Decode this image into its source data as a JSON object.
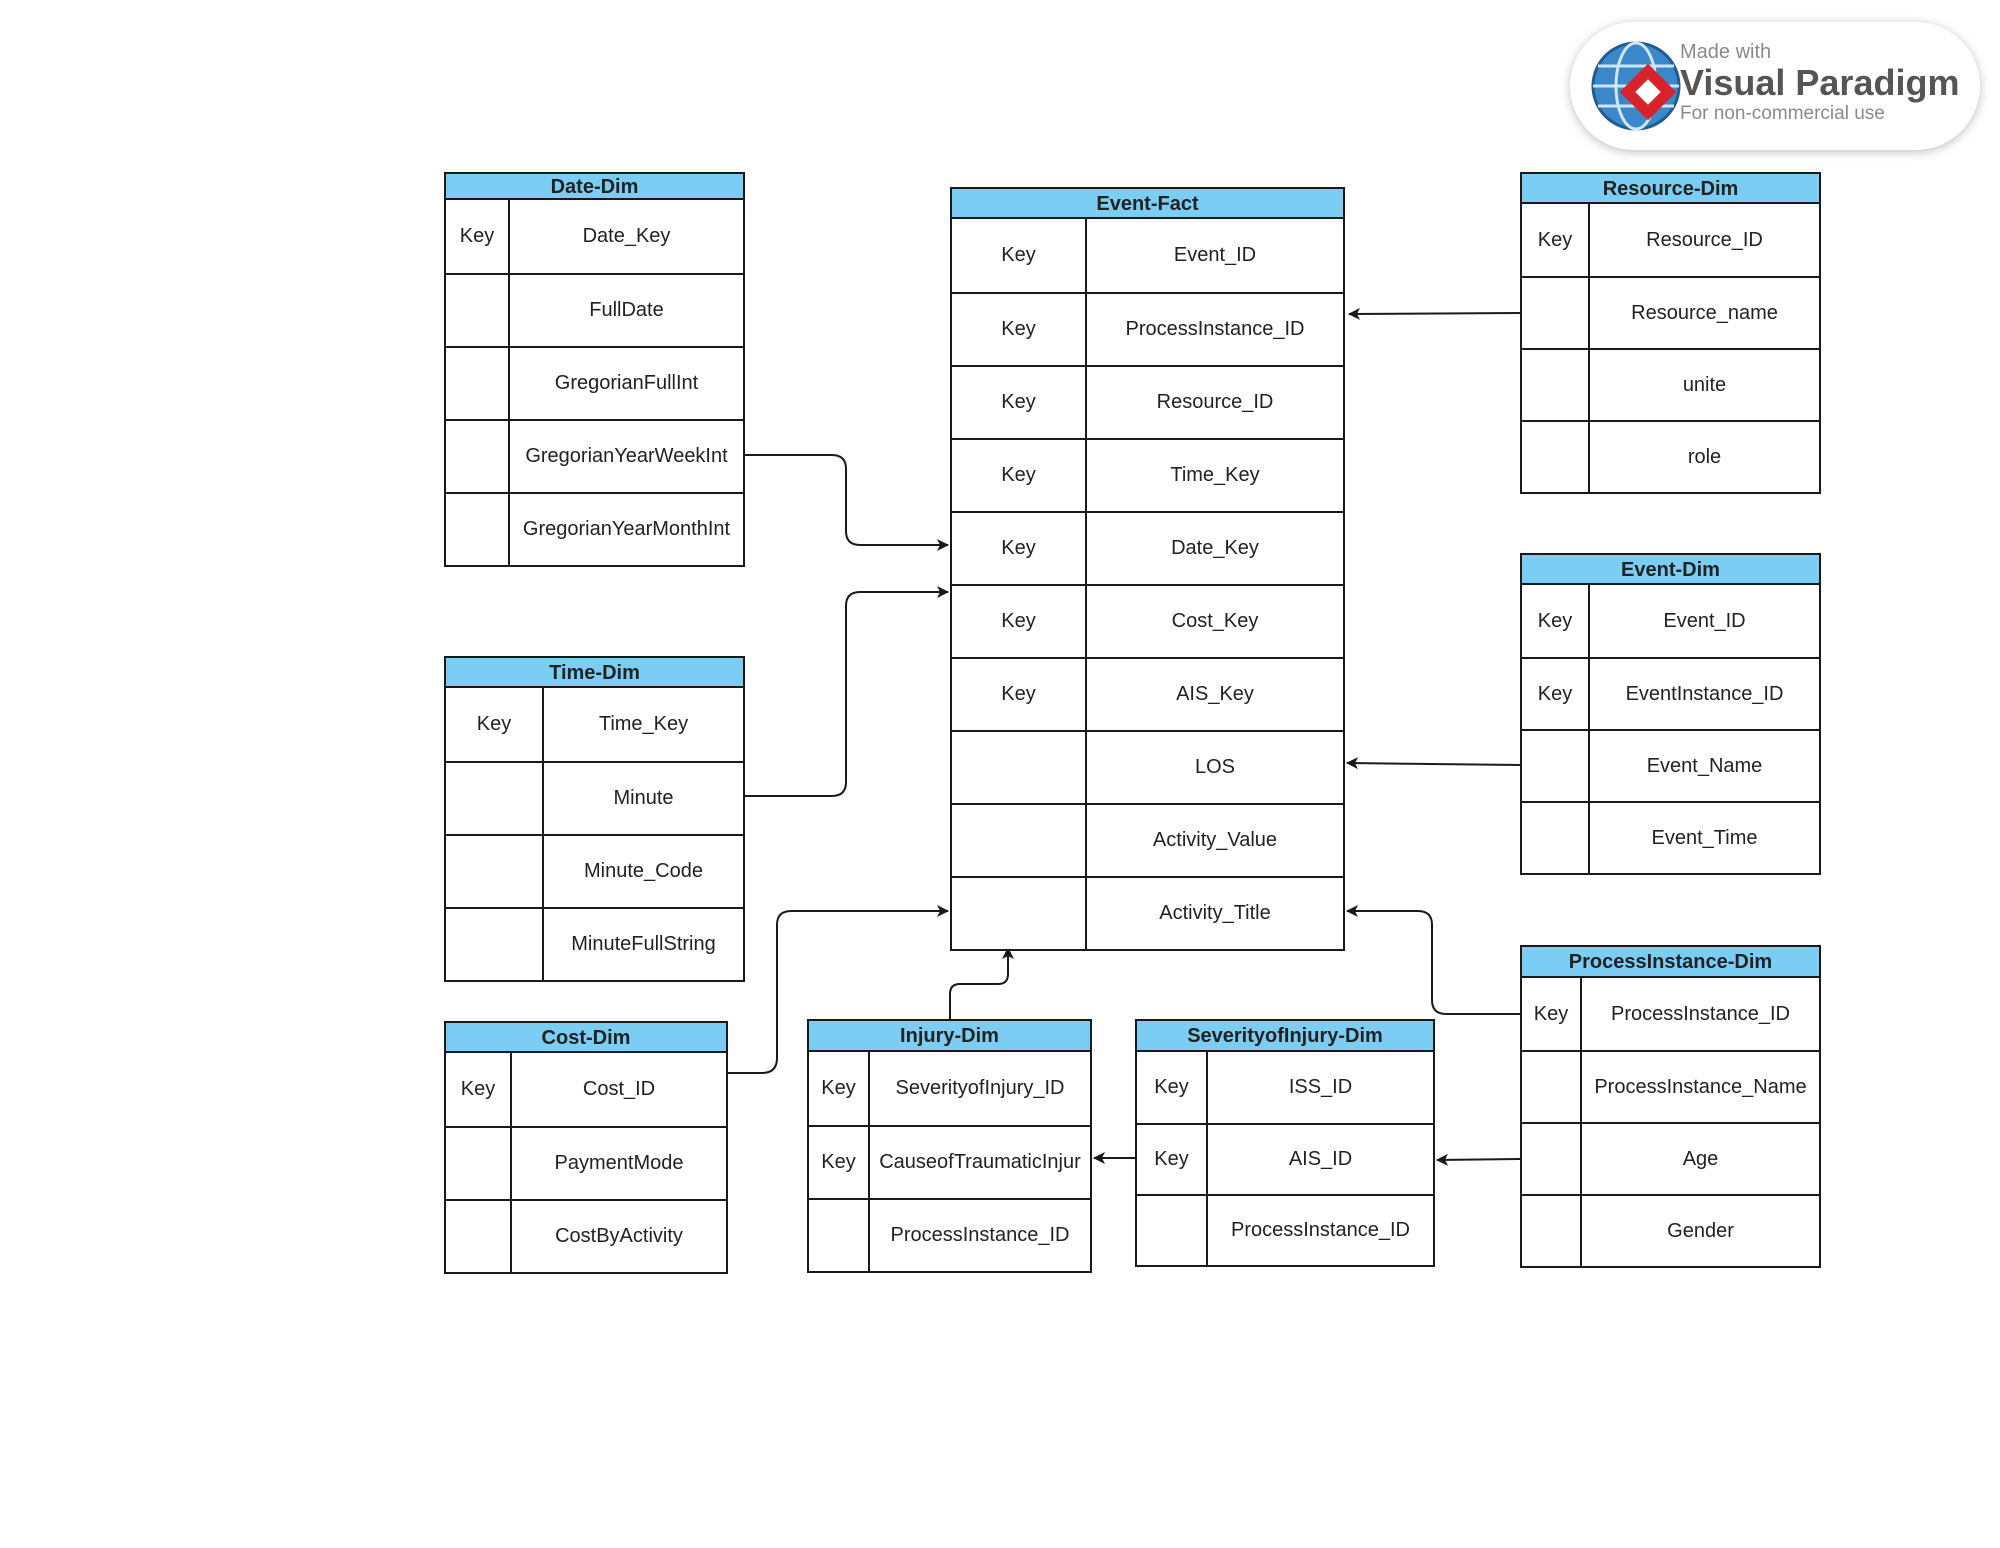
{
  "watermark": {
    "line1": "Made with",
    "line2": "Visual Paradigm",
    "line3": "For non-commercial use"
  },
  "colors": {
    "header_fill": "#7ccdf4",
    "border": "#1a1a1a",
    "connector": "#1a1a1a"
  },
  "tables": {
    "date_dim": {
      "title": "Date-Dim",
      "rows": [
        {
          "key": "Key",
          "field": "Date_Key"
        },
        {
          "key": "",
          "field": "FullDate"
        },
        {
          "key": "",
          "field": "GregorianFullInt"
        },
        {
          "key": "",
          "field": "GregorianYearWeekInt"
        },
        {
          "key": "",
          "field": "GregorianYearMonthInt"
        }
      ]
    },
    "event_fact": {
      "title": "Event-Fact",
      "rows": [
        {
          "key": "Key",
          "field": "Event_ID"
        },
        {
          "key": "Key",
          "field": "ProcessInstance_ID"
        },
        {
          "key": "Key",
          "field": "Resource_ID"
        },
        {
          "key": "Key",
          "field": "Time_Key"
        },
        {
          "key": "Key",
          "field": "Date_Key"
        },
        {
          "key": "Key",
          "field": "Cost_Key"
        },
        {
          "key": "Key",
          "field": "AIS_Key"
        },
        {
          "key": "",
          "field": "LOS"
        },
        {
          "key": "",
          "field": "Activity_Value"
        },
        {
          "key": "",
          "field": "Activity_Title"
        }
      ]
    },
    "resource_dim": {
      "title": "Resource-Dim",
      "rows": [
        {
          "key": "Key",
          "field": "Resource_ID"
        },
        {
          "key": "",
          "field": "Resource_name"
        },
        {
          "key": "",
          "field": "unite"
        },
        {
          "key": "",
          "field": "role"
        }
      ]
    },
    "event_dim": {
      "title": "Event-Dim",
      "rows": [
        {
          "key": "Key",
          "field": "Event_ID"
        },
        {
          "key": "Key",
          "field": "EventInstance_ID"
        },
        {
          "key": "",
          "field": "Event_Name"
        },
        {
          "key": "",
          "field": "Event_Time"
        }
      ]
    },
    "time_dim": {
      "title": "Time-Dim",
      "rows": [
        {
          "key": "Key",
          "field": "Time_Key"
        },
        {
          "key": "",
          "field": "Minute"
        },
        {
          "key": "",
          "field": "Minute_Code"
        },
        {
          "key": "",
          "field": "MinuteFullString"
        }
      ]
    },
    "cost_dim": {
      "title": "Cost-Dim",
      "rows": [
        {
          "key": "Key",
          "field": "Cost_ID"
        },
        {
          "key": "",
          "field": "PaymentMode"
        },
        {
          "key": "",
          "field": "CostByActivity"
        }
      ]
    },
    "injury_dim": {
      "title": "Injury-Dim",
      "rows": [
        {
          "key": "Key",
          "field": "SeverityofInjury_ID"
        },
        {
          "key": "Key",
          "field": "CauseofTraumaticInjur"
        },
        {
          "key": "",
          "field": "ProcessInstance_ID"
        }
      ]
    },
    "severity_dim": {
      "title": "SeverityofInjury-Dim",
      "rows": [
        {
          "key": "Key",
          "field": "ISS_ID"
        },
        {
          "key": "Key",
          "field": "AIS_ID"
        },
        {
          "key": "",
          "field": "ProcessInstance_ID"
        }
      ]
    },
    "processinstance_dim": {
      "title": "ProcessInstance-Dim",
      "rows": [
        {
          "key": "Key",
          "field": "ProcessInstance_ID"
        },
        {
          "key": "",
          "field": "ProcessInstance_Name"
        },
        {
          "key": "",
          "field": "Age"
        },
        {
          "key": "",
          "field": "Gender"
        }
      ]
    }
  }
}
